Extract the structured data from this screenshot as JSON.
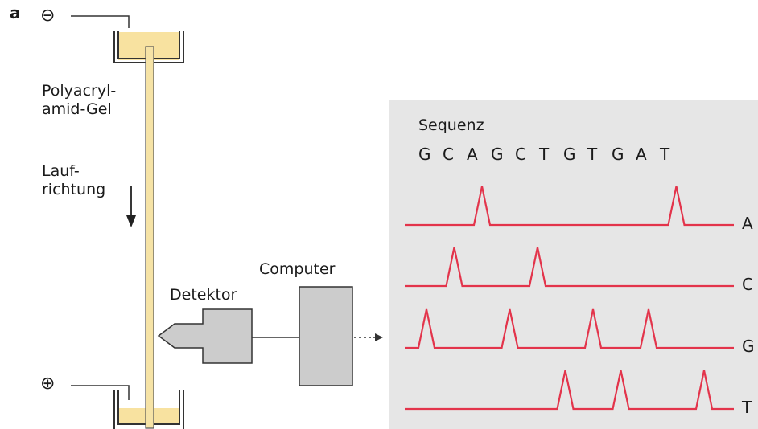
{
  "panel_letter": "a",
  "gel": {
    "minus_symbol": "⊖",
    "plus_symbol": "⊕",
    "gel_label": "Polyacryl-\namid-Gel",
    "direction_label": "Lauf-\nrichtung"
  },
  "detector_label": "Detektor",
  "computer_label": "Computer",
  "readout": {
    "title": "Sequenz",
    "sequence": [
      "G",
      "C",
      "A",
      "G",
      "C",
      "T",
      "G",
      "T",
      "G",
      "A",
      "T"
    ],
    "lanes": [
      {
        "base": "A",
        "peaks": [
          3,
          10
        ]
      },
      {
        "base": "C",
        "peaks": [
          2,
          5
        ]
      },
      {
        "base": "G",
        "peaks": [
          1,
          4,
          7,
          9
        ]
      },
      {
        "base": "T",
        "peaks": [
          6,
          8,
          11
        ]
      }
    ]
  },
  "colors": {
    "gel": "#f6e3a6",
    "buffer": "#f8e2a0",
    "panel_bg": "#e6e6e6",
    "device": "#cccccc",
    "trace": "#e3344b"
  }
}
